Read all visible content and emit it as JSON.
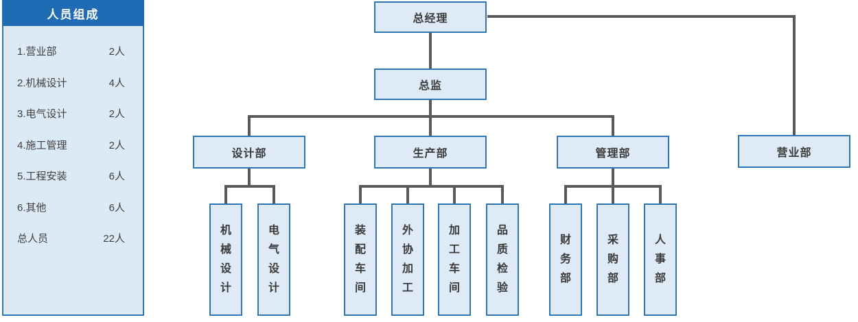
{
  "sidebar": {
    "title": "人员组成",
    "items": [
      {
        "label": "1.营业部",
        "value": "2人"
      },
      {
        "label": "2.机械设计",
        "value": "4人"
      },
      {
        "label": "3.电气设计",
        "value": "2人"
      },
      {
        "label": "4.施工管理",
        "value": "2人"
      },
      {
        "label": "5.工程安装",
        "value": "6人"
      },
      {
        "label": "6.其他",
        "value": "6人"
      },
      {
        "label": "总人员",
        "value": "22人"
      }
    ]
  },
  "org": {
    "root": "总经理",
    "director": "总监",
    "departments": [
      {
        "name": "设计部",
        "children": [
          "机械设计",
          "电气设计"
        ]
      },
      {
        "name": "生产部",
        "children": [
          "装配车间",
          "外协加工",
          "加工车间",
          "品质检验"
        ]
      },
      {
        "name": "管理部",
        "children": [
          "财务部",
          "采购部",
          "人事部"
        ]
      },
      {
        "name": "营业部",
        "children": []
      }
    ]
  },
  "colors": {
    "header_bg": "#1f6cb5",
    "panel_fill": "#dceaf6",
    "node_fill": "#deebf7",
    "node_border": "#2e75b6",
    "connector": "#595959"
  }
}
